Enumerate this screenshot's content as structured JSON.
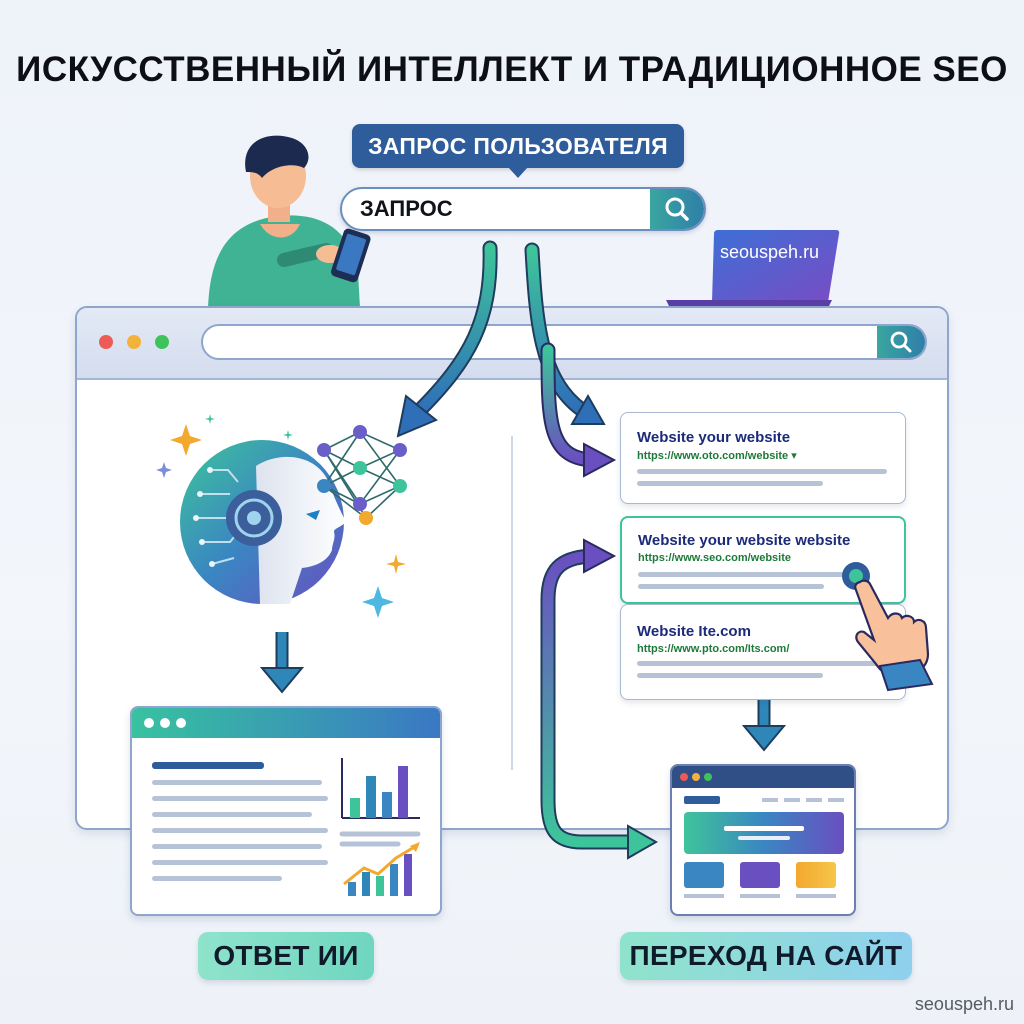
{
  "title": "ИСКУССТВЕННЫЙ ИНТЕЛЛЕКТ И ТРАДИЦИОННОЕ SEO",
  "query_badge": "ЗАПРОС ПОЛЬЗОВАТЕЛЯ",
  "top_search": {
    "value": "ЗАПРОС"
  },
  "laptop": {
    "label": "seouspeh.ru"
  },
  "results": [
    {
      "title": "Website your website",
      "url": "https://www.oto.com/website ▾"
    },
    {
      "title": "Website your website  website",
      "url": "https://www.seo.com/website"
    },
    {
      "title": "Website Ite.com",
      "url": "https://www.pto.com/Its.com/"
    }
  ],
  "ai_label": "ОТВЕТ ИИ",
  "site_label": "ПЕРЕХОД НА САЙТ",
  "footer": "seouspeh.ru",
  "colors": {
    "accent_blue": "#2f5c9a",
    "teal": "#38c2a0",
    "purple": "#6a4fc0",
    "green_url": "#1d7a3a"
  },
  "icons": [
    "search-icon",
    "robot-head-icon",
    "neural-network-icon",
    "sparkle-icon",
    "pointing-hand-icon",
    "smartphone-icon",
    "laptop-icon"
  ]
}
